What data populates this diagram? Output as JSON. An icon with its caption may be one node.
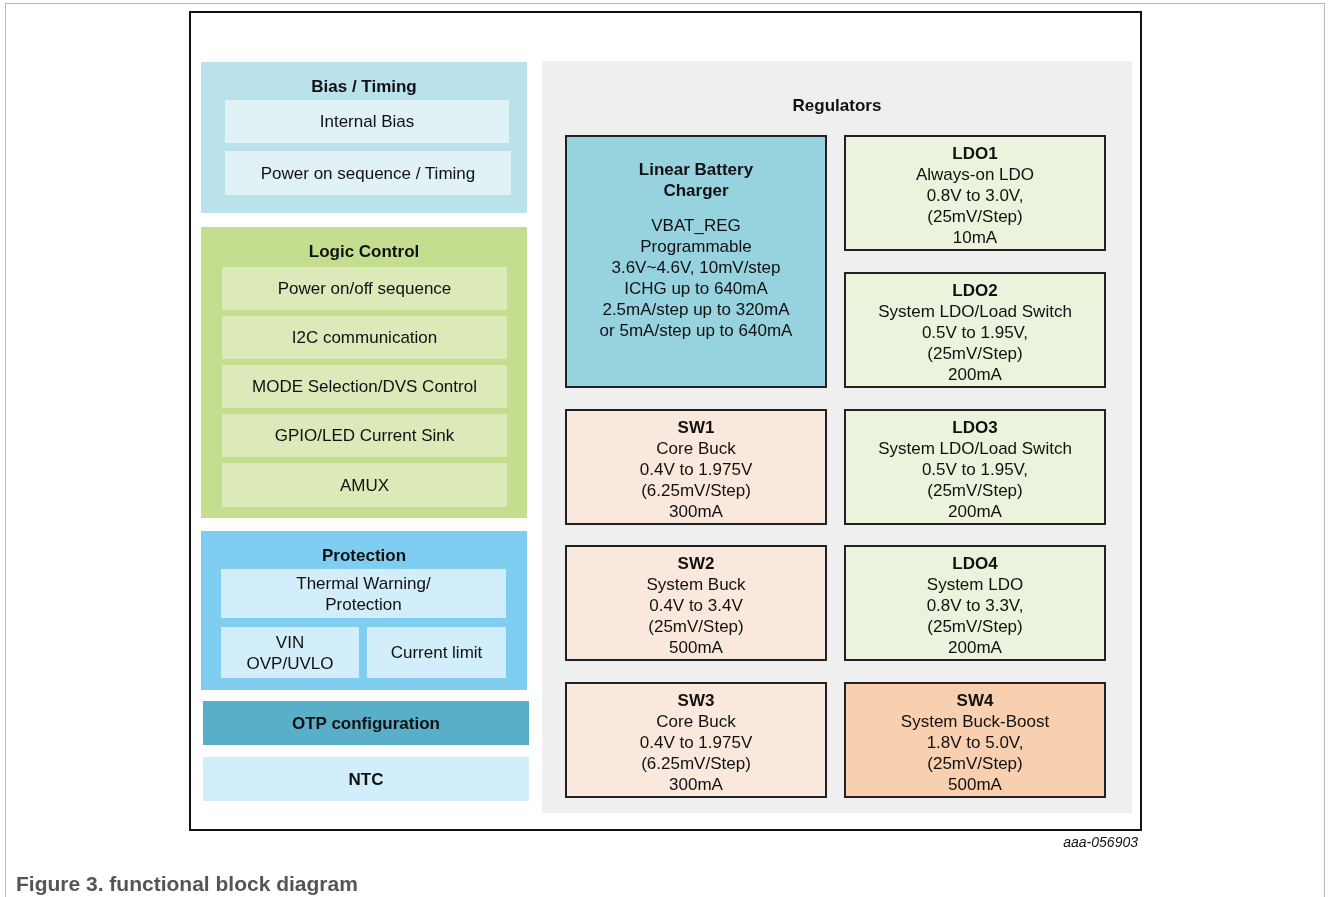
{
  "diagram": {
    "caption": "Figure 3. functional block diagram",
    "nodes": [
      {
        "text": [
          "Bias / Timing"
        ]
      },
      {
        "text": [
          "Internal Bias"
        ],
        "in": 0
      },
      {
        "text": [
          "Power on sequence / Timing"
        ],
        "in": 0
      },
      {
        "text": [
          "Logic Control"
        ]
      },
      {
        "text": [
          "Power on/off sequence"
        ],
        "in": 3
      },
      {
        "text": [
          "I2C communication"
        ],
        "in": 3
      },
      {
        "text": [
          "MODE Selection/DVS Control"
        ],
        "in": 3
      },
      {
        "text": [
          "GPIO/LED Current Sink"
        ],
        "in": 3
      },
      {
        "text": [
          "AMUX"
        ],
        "in": 3
      },
      {
        "text": [
          "Protection"
        ]
      },
      {
        "text": [
          "Thermal Warning/ Protection"
        ],
        "in": 9
      },
      {
        "text": [
          "VIN OVP/UVLO"
        ],
        "in": 9
      },
      {
        "text": [
          "Current limit"
        ],
        "in": 9
      },
      {
        "text": [
          "OTP configuration"
        ]
      },
      {
        "text": [
          "NTC"
        ]
      },
      {
        "text": [
          "Regulators"
        ]
      },
      {
        "text": [
          "Linear Battery Charger",
          "VBAT_REG",
          "Programmable",
          "3.6V~4.6V, 10mV/step",
          "ICHG up to 640mA",
          "2.5mA/step up to 320mA",
          "or 5mA/step up to 640mA"
        ],
        "in": 15
      },
      {
        "text": [
          "LDO1",
          "Always-on LDO",
          "0.8V to 3.0V,",
          "(25mV/Step)",
          "10mA"
        ],
        "in": 15
      },
      {
        "text": [
          "LDO2",
          "System LDO/Load Switch",
          "0.5V to 1.95V,",
          "(25mV/Step)",
          "200mA"
        ],
        "in": 15
      },
      {
        "text": [
          "SW1",
          "Core Buck",
          "0.4V to 1.975V",
          "(6.25mV/Step)",
          "300mA"
        ],
        "in": 15
      },
      {
        "text": [
          "LDO3",
          "System LDO/Load Switch",
          "0.5V to 1.95V,",
          "(25mV/Step)",
          "200mA"
        ],
        "in": 15
      },
      {
        "text": [
          "SW2",
          "System Buck",
          "0.4V to 3.4V",
          "(25mV/Step)",
          "500mA"
        ],
        "in": 15
      },
      {
        "text": [
          "LDO4",
          "System LDO",
          "0.8V to 3.3V,",
          "(25mV/Step)",
          "200mA"
        ],
        "in": 15
      },
      {
        "text": [
          "SW3",
          "Core Buck",
          "0.4V to 1.975V",
          "(6.25mV/Step)",
          "300mA"
        ],
        "in": 15
      },
      {
        "text": [
          "SW4",
          "System Buck-Boost",
          "1.8V to 5.0V,",
          "(25mV/Step)",
          "500mA"
        ],
        "in": 15
      }
    ],
    "labels": [
      "aaa-056903"
    ]
  }
}
